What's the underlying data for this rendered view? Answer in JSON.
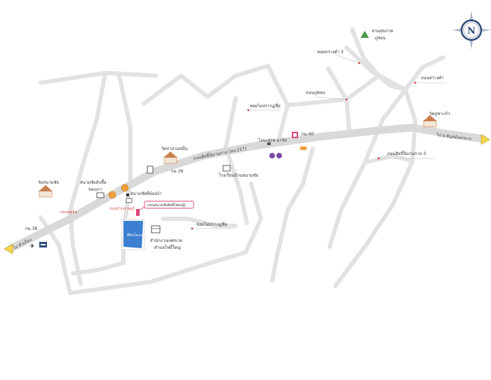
{
  "colors": {
    "road_major": "#d9d9d9",
    "road_minor": "#e2e2e2",
    "site": "#3d7fd0",
    "highlight": "#e0457b",
    "marker_orange": "#f0a040",
    "arrow_yellow": "#f6d44a",
    "temple_roof": "#c9804f",
    "compass_ring": "#2e4a7a"
  },
  "compass": {
    "letter": "N",
    "icon": "compass-rose-icon"
  },
  "roads": {
    "highway_main": "ถนนสิทธิ์นิมานกาล (ทล.217)",
    "to_east": "ไป อ.พิบูลมังสาหาร",
    "to_west": "ไป ตัวเมือง",
    "km_40": "กม.40",
    "km_39": "กม.39",
    "km_38": "กม.38",
    "red_left": "ถนนอยู่เย็น",
    "red_center": "ถนนบำรุงราษฎร์"
  },
  "places": {
    "park": "สวนสุขภาพ\nภูซ่อน",
    "temple_east": "วัดภูซาแก้ว",
    "temple_center": "วัดป่าสามหมื่น",
    "temple_west": "วัดสนามชัย",
    "school": "โรงเรียนบ้านสนามชัย",
    "home_fair": "โฮมเฟรช มาร์ท",
    "stadium": "สนามชัยยับขื้อ\nของเกา",
    "gas_station": "สนามชัยพี่น้องบ้า",
    "site": "ที่ดินโครงการ",
    "office": "สำนักงานเทศบาล\nตำบลโพธิ์ใหญ่",
    "highlight_box": "ถนนสนามชัยสิทธิ์(ซ่อนผู้)"
  },
  "streets": {
    "soi_3": "ซอยสว่างคำ 3",
    "soi_right": "ถนนสว่างคำ",
    "soi_left": "ถนนภูซ่อน",
    "soi_center": "ซอยไม่ปรากฏชื่อ",
    "sitni_3": "ถนนสิทธิ์นิมานกาล 3",
    "soi_south": "ซอยไม่ปรากฏชื่อ"
  }
}
